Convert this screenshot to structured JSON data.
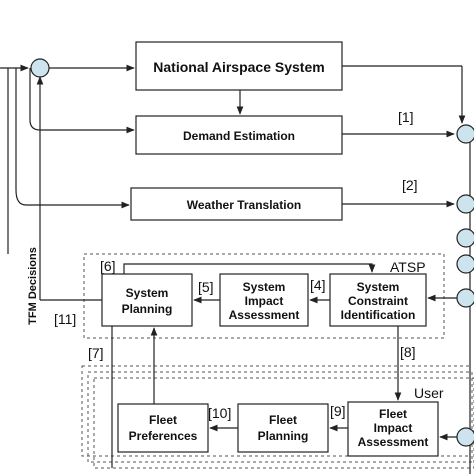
{
  "boxes": {
    "national_airspace": "National Airspace System",
    "demand_estimation": "Demand Estimation",
    "weather_translation": "Weather Translation",
    "system_planning": [
      "System",
      "Planning"
    ],
    "system_impact": [
      "System",
      "Impact",
      "Assessment"
    ],
    "system_constraint": [
      "System",
      "Constraint",
      "Identification"
    ],
    "fleet_preferences": [
      "Fleet",
      "Preferences"
    ],
    "fleet_planning": [
      "Fleet",
      "Planning"
    ],
    "fleet_impact": [
      "Fleet",
      "Impact",
      "Assessment"
    ]
  },
  "tags": {
    "t1": "[1]",
    "t2": "[2]",
    "t4": "[4]",
    "t5": "[5]",
    "t6": "[6]",
    "t7": "[7]",
    "t8": "[8]",
    "t9": "[9]",
    "t10": "[10]",
    "t11": "[11]"
  },
  "regions": {
    "atsp": "ATSP",
    "user": "User"
  },
  "side_label": "TFM Decisions",
  "colors": {
    "circle_fill": "#cde4ee",
    "stroke": "#222222",
    "dashed": "#555555"
  }
}
